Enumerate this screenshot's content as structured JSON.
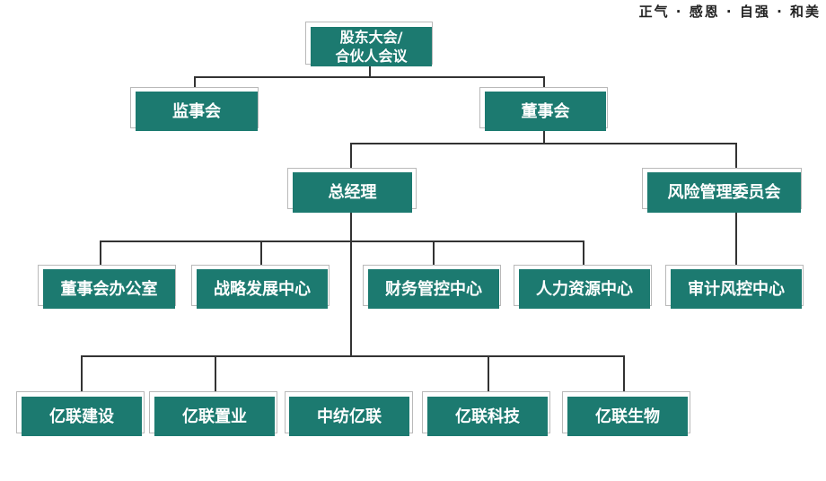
{
  "motto": "正气 · 感恩 · 自强 · 和美",
  "colors": {
    "node_fill": "#1c7a70",
    "node_text": "#ffffff",
    "frame_border": "#b9b9b9",
    "line": "#333333"
  },
  "org": {
    "shareholders": {
      "line1": "股东大会/",
      "line2": "合伙人会议"
    },
    "supervisory_board": "监事会",
    "board": "董事会",
    "general_manager": "总经理",
    "risk_committee": "风险管理委员会",
    "departments": {
      "board_office": "董事会办公室",
      "strategy_center": "战略发展中心",
      "finance_center": "财务管控中心",
      "hr_center": "人力资源中心",
      "audit_center": "审计风控中心"
    },
    "subsidiaries": {
      "construction": "亿联建设",
      "real_estate": "亿联置业",
      "textile": "中纺亿联",
      "technology": "亿联科技",
      "biotech": "亿联生物"
    }
  }
}
